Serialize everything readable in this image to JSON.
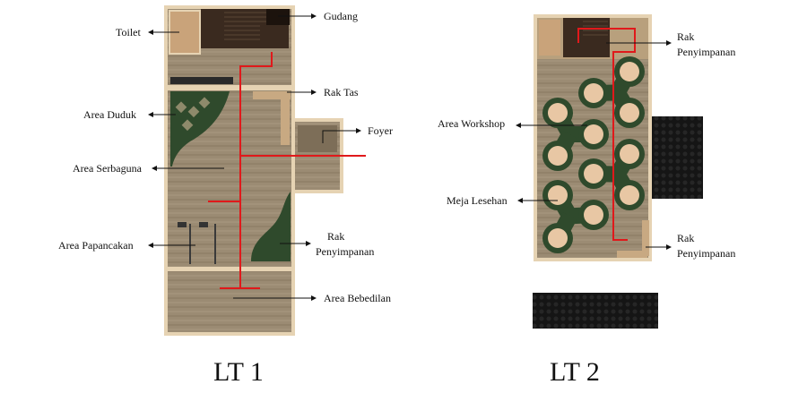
{
  "floor1": {
    "caption": "LT 1",
    "labels": {
      "toilet": "Toilet",
      "gudang": "Gudang",
      "rak_tas": "Rak Tas",
      "area_duduk": "Area Duduk",
      "foyer": "Foyer",
      "area_serbaguna": "Area Serbaguna",
      "area_papancakan": "Area Papancakan",
      "rak_penyimpanan_1": "Rak",
      "rak_penyimpanan_2": "Penyimpanan",
      "area_bebedilan": "Area Bebedilan"
    }
  },
  "floor2": {
    "caption": "LT 2",
    "labels": {
      "rak_top_1": "Rak",
      "rak_top_2": "Penyimpanan",
      "area_workshop": "Area Workshop",
      "meja_lesehan": "Meja Lesehan",
      "rak_bottom_1": "Rak",
      "rak_bottom_2": "Penyimpanan"
    }
  },
  "colors": {
    "wood": "#9b8b73",
    "wall": "#e6d3b3",
    "dark_room": "#3a2a1f",
    "green": "#2f4a2c",
    "circle_fill": "#e8c7a4",
    "circulation": "#e0191b",
    "black_block": "#151515"
  }
}
